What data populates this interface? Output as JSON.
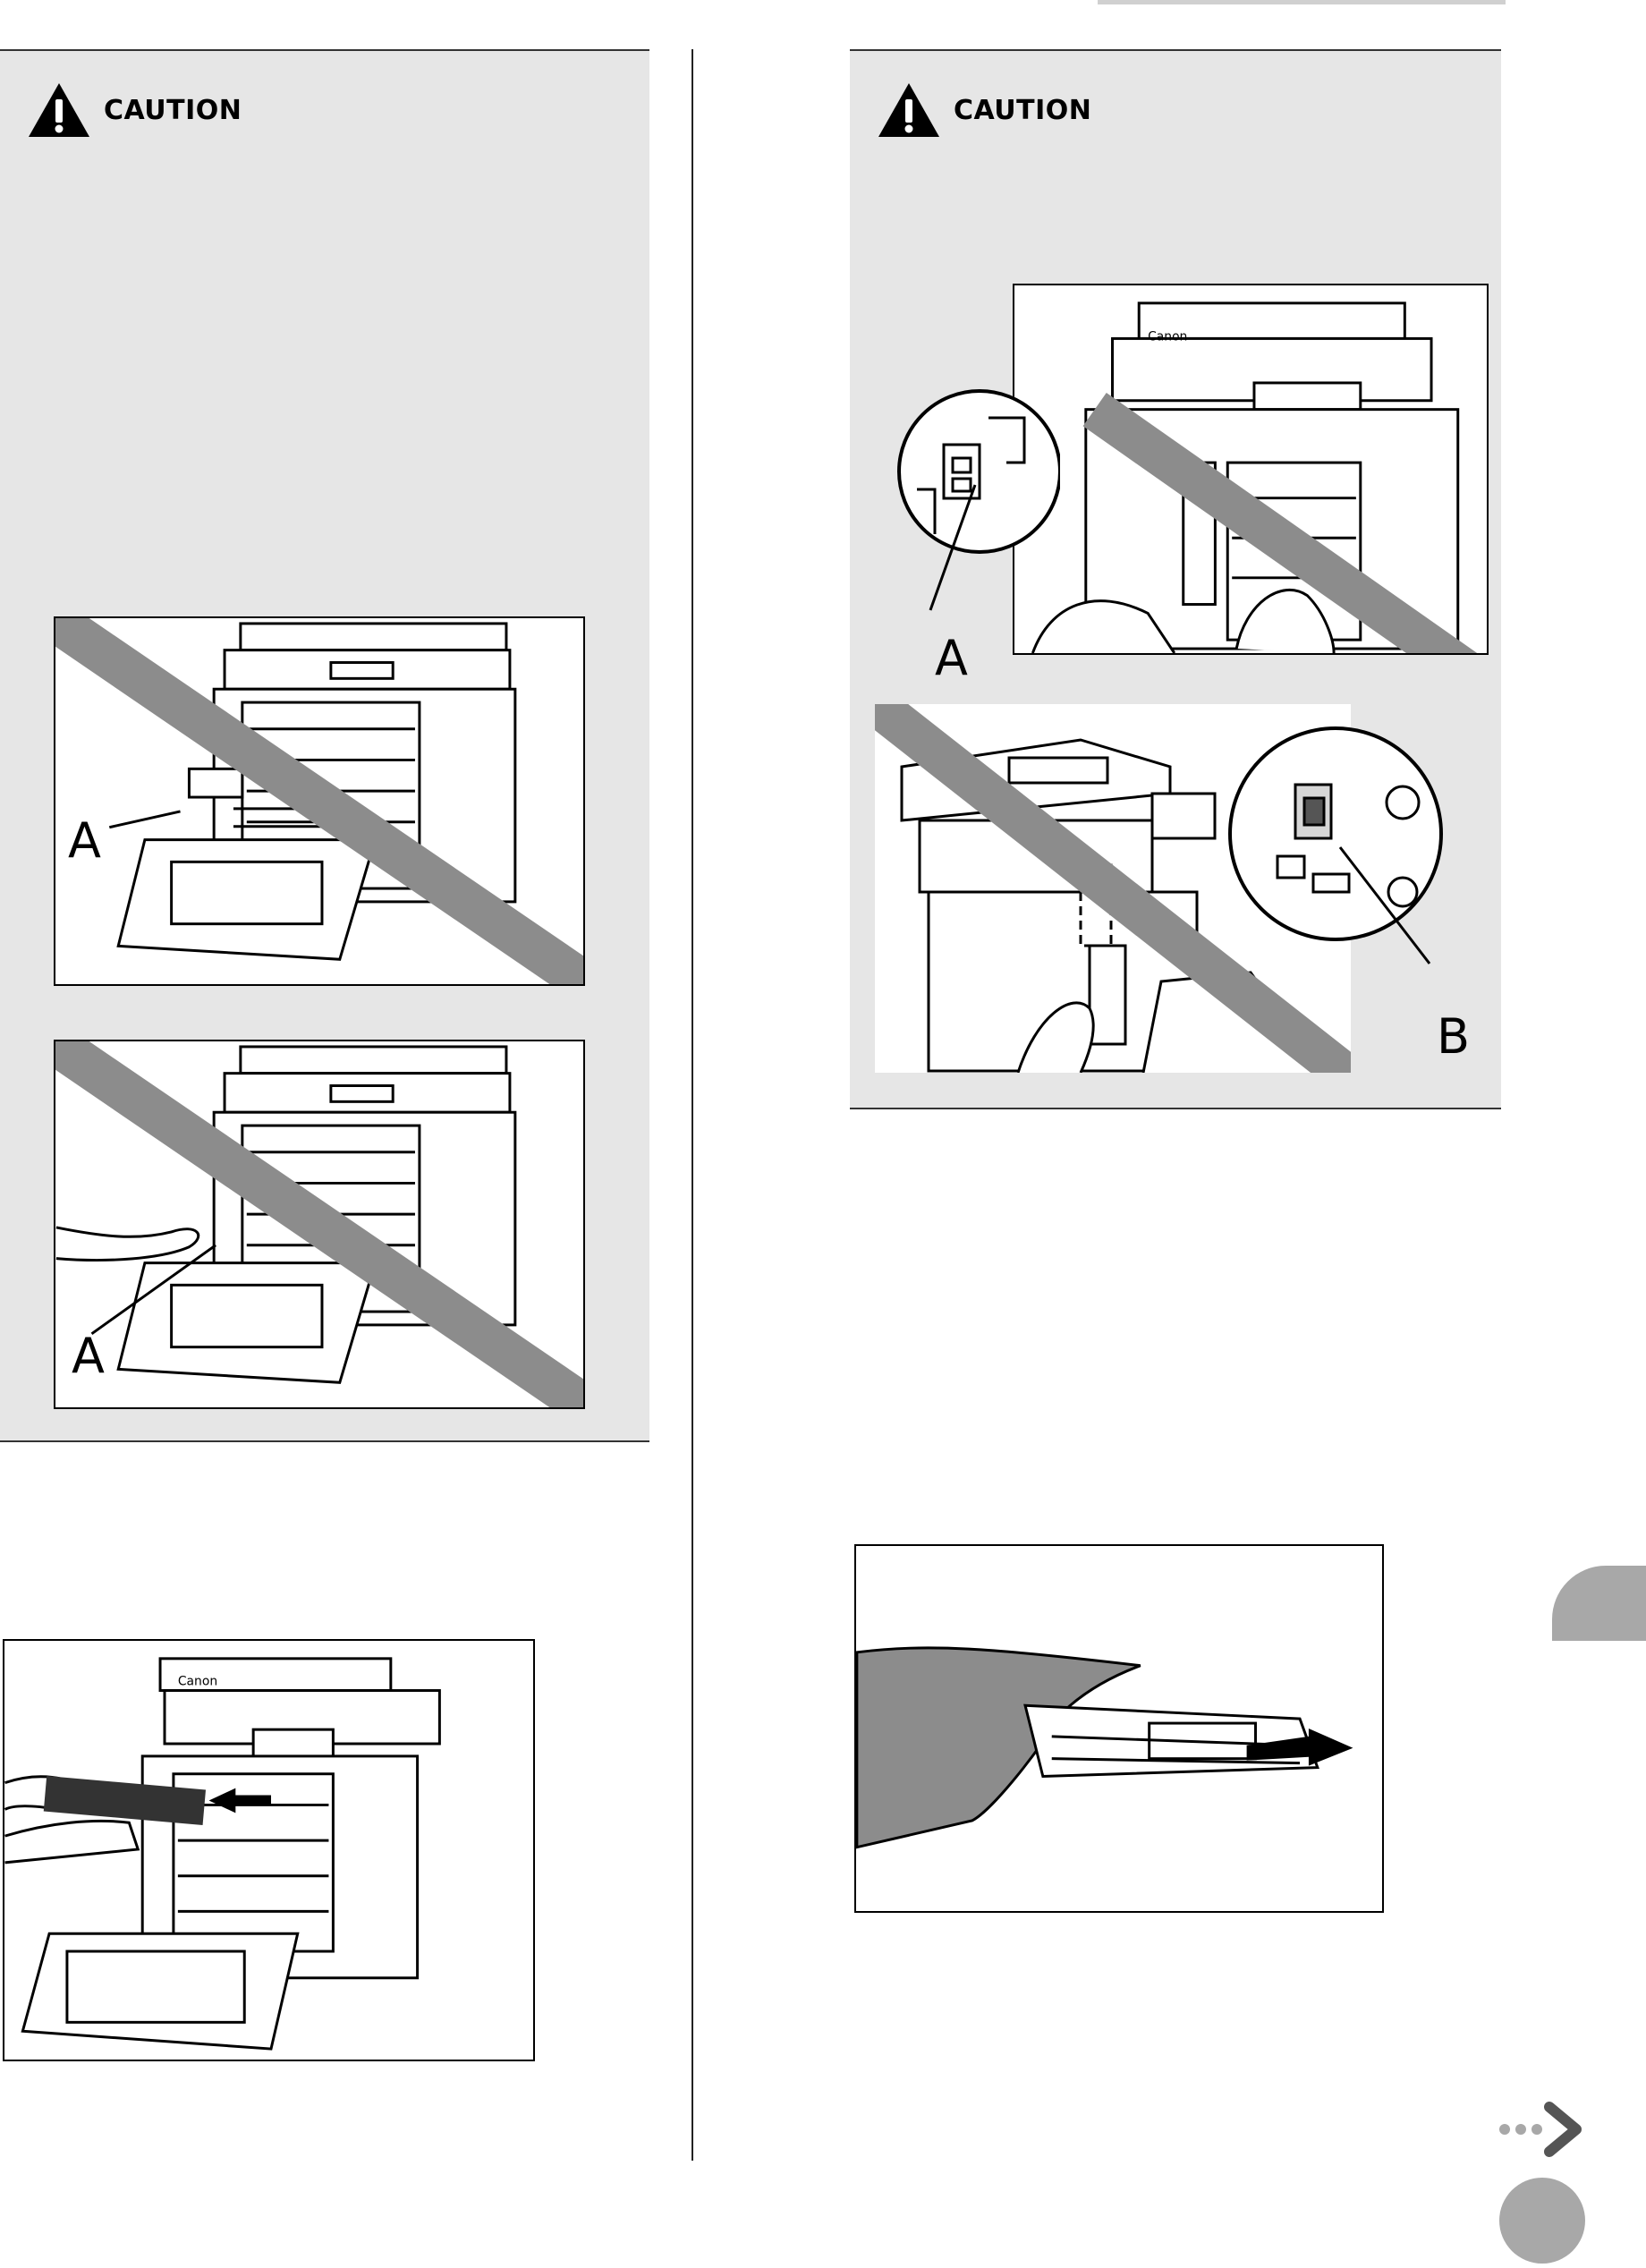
{
  "caution": {
    "left_heading": "CAUTION",
    "right_heading": "CAUTION"
  },
  "figures": {
    "left_prohibited_1": {
      "callout": "A"
    },
    "left_prohibited_2": {
      "callout": "A"
    },
    "right_prohibited_1": {
      "callout": "A"
    },
    "right_prohibited_2": {
      "callout": "B"
    },
    "printer_brand": "Canon"
  },
  "icons": {
    "caution": "warning-triangle-icon",
    "continue": "next-page-arrow-icon"
  },
  "colors": {
    "panel_bg": "#e6e6e6",
    "prohibited_bar": "#8c8c8c",
    "tab_gray": "#a8a8a8"
  }
}
